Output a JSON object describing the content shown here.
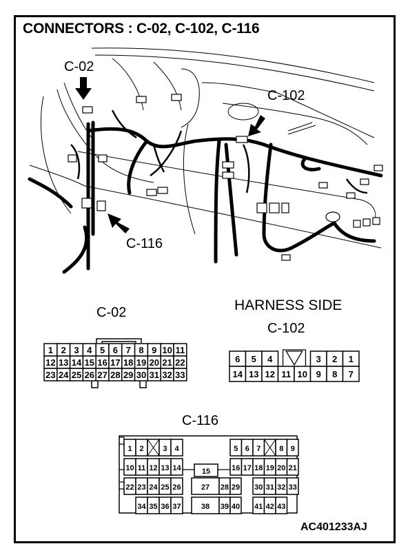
{
  "title": "CONNECTORS : C-02, C-102, C-116",
  "figure_code": "AC401233AJ",
  "callouts": {
    "c02": "C-02",
    "c102": "C-102",
    "c116": "C-116"
  },
  "connectors": {
    "c02": {
      "label": "C-02",
      "rows": [
        [
          "1",
          "2",
          "3",
          "4",
          "5",
          "6",
          "7",
          "8",
          "9",
          "10",
          "11"
        ],
        [
          "12",
          "13",
          "14",
          "15",
          "16",
          "17",
          "18",
          "19",
          "20",
          "21",
          "22"
        ],
        [
          "23",
          "24",
          "25",
          "26",
          "27",
          "28",
          "29",
          "30",
          "31",
          "32",
          "33"
        ]
      ]
    },
    "c102": {
      "side_label": "HARNESS SIDE",
      "label": "C-102",
      "top_row": [
        "6",
        "5",
        "4",
        "",
        "3",
        "2",
        "1"
      ],
      "bottom_row": [
        "14",
        "13",
        "12",
        "11",
        "10",
        "9",
        "8",
        "7"
      ]
    },
    "c116": {
      "label": "C-116",
      "left_block": {
        "row1": [
          "1",
          "2",
          "X",
          "3",
          "4"
        ],
        "row2": [
          "10",
          "11",
          "12",
          "13",
          "14"
        ],
        "row3": [
          "22",
          "23",
          "24",
          "25",
          "26"
        ],
        "row4": [
          "",
          "34",
          "35",
          "36",
          "37"
        ]
      },
      "center_block": {
        "row2": [
          "15"
        ],
        "row3": [
          "27",
          "28",
          "29"
        ],
        "row4": [
          "38",
          "39",
          "40"
        ]
      },
      "right_block": {
        "row1": [
          "5",
          "6",
          "7",
          "X",
          "8",
          "9"
        ],
        "row2": [
          "16",
          "17",
          "18",
          "19",
          "20",
          "21"
        ],
        "row3": [
          "30",
          "31",
          "32",
          "33"
        ],
        "row4": [
          "41",
          "42",
          "43"
        ]
      }
    }
  }
}
